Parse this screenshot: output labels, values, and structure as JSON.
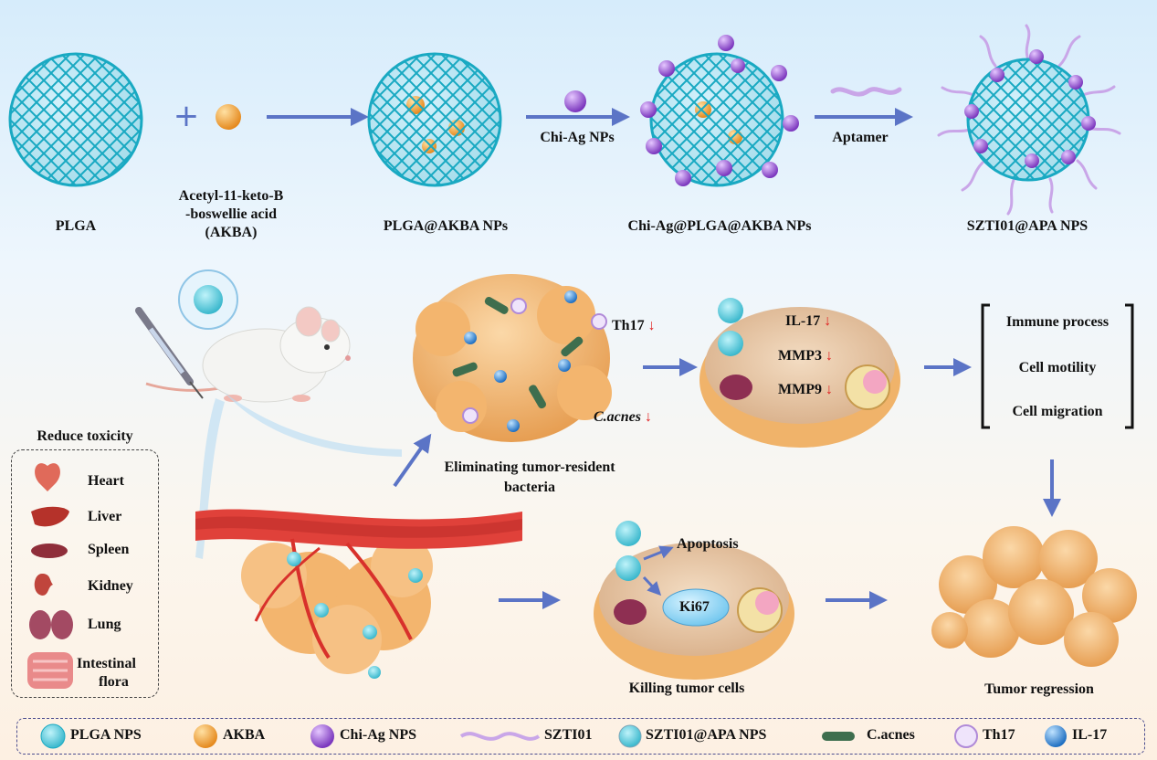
{
  "step_labels": {
    "plga": "PLGA",
    "akba_line1": "Acetyl-11-keto-B",
    "akba_line2": "-boswellie acid",
    "akba_line3": "(AKBA)",
    "plga_akba": "PLGA@AKBA NPs",
    "chi_ag_plga_akba": "Chi-Ag@PLGA@AKBA NPs",
    "szti01_apa": "SZTI01@APA NPS"
  },
  "arrow_labels": {
    "chi_ag": "Chi-Ag NPs",
    "aptamer": "Aptamer"
  },
  "markers": {
    "th17": "Th17",
    "cacnes": "C.acnes",
    "il17": "IL-17",
    "mmp3": "MMP3",
    "mmp9": "MMP9",
    "apoptosis": "Apoptosis",
    "ki67": "Ki67",
    "down_arrow": "↓"
  },
  "outcomes": {
    "immune_process": "Immune process",
    "cell_motility": "Cell motility",
    "cell_migration": "Cell migration",
    "eliminating_line1": "Eliminating tumor-resident",
    "eliminating_line2": "bacteria",
    "killing": "Killing tumor cells",
    "regression": "Tumor regression"
  },
  "toxicity": {
    "title": "Reduce toxicity",
    "organs": [
      {
        "label": "Heart",
        "icon": "heart-icon",
        "color": "#e06a5a"
      },
      {
        "label": "Liver",
        "icon": "liver-icon",
        "color": "#b5322a"
      },
      {
        "label": "Spleen",
        "icon": "spleen-icon",
        "color": "#8f2e3a"
      },
      {
        "label": "Kidney",
        "icon": "kidney-icon",
        "color": "#c0453c"
      },
      {
        "label": "Lung",
        "icon": "lung-icon",
        "color": "#a34a63"
      },
      {
        "label": "Intestinal",
        "label2": "flora",
        "icon": "intestine-icon",
        "color": "#e98a8a"
      }
    ]
  },
  "legend": [
    {
      "label": "PLGA NPS",
      "icon": "plga-nps-icon"
    },
    {
      "label": "AKBA",
      "icon": "akba-icon"
    },
    {
      "label": "Chi-Ag NPS",
      "icon": "chi-ag-nps-icon"
    },
    {
      "label": "SZTI01",
      "icon": "szti01-icon"
    },
    {
      "label": "SZTI01@APA NPS",
      "icon": "szti01-apa-nps-icon"
    },
    {
      "label": "C.acnes",
      "icon": "cacnes-icon"
    },
    {
      "label": "Th17",
      "icon": "th17-icon"
    },
    {
      "label": "IL-17",
      "icon": "il17-icon"
    }
  ],
  "colors": {
    "plga_cyan": "#3fc6d8",
    "akba_orange": "#f2a13b",
    "chi_ag_purple": "#9b5bd4",
    "aptamer_lilac": "#c9a6e8",
    "arrow_blue": "#5b74c6",
    "tumor_orange": "#f5b774",
    "il17_blue": "#3d8fdc",
    "vessel_red": "#e0413a",
    "cacnes_green": "#3e6e4e",
    "down_arrow_red": "#e02020"
  }
}
